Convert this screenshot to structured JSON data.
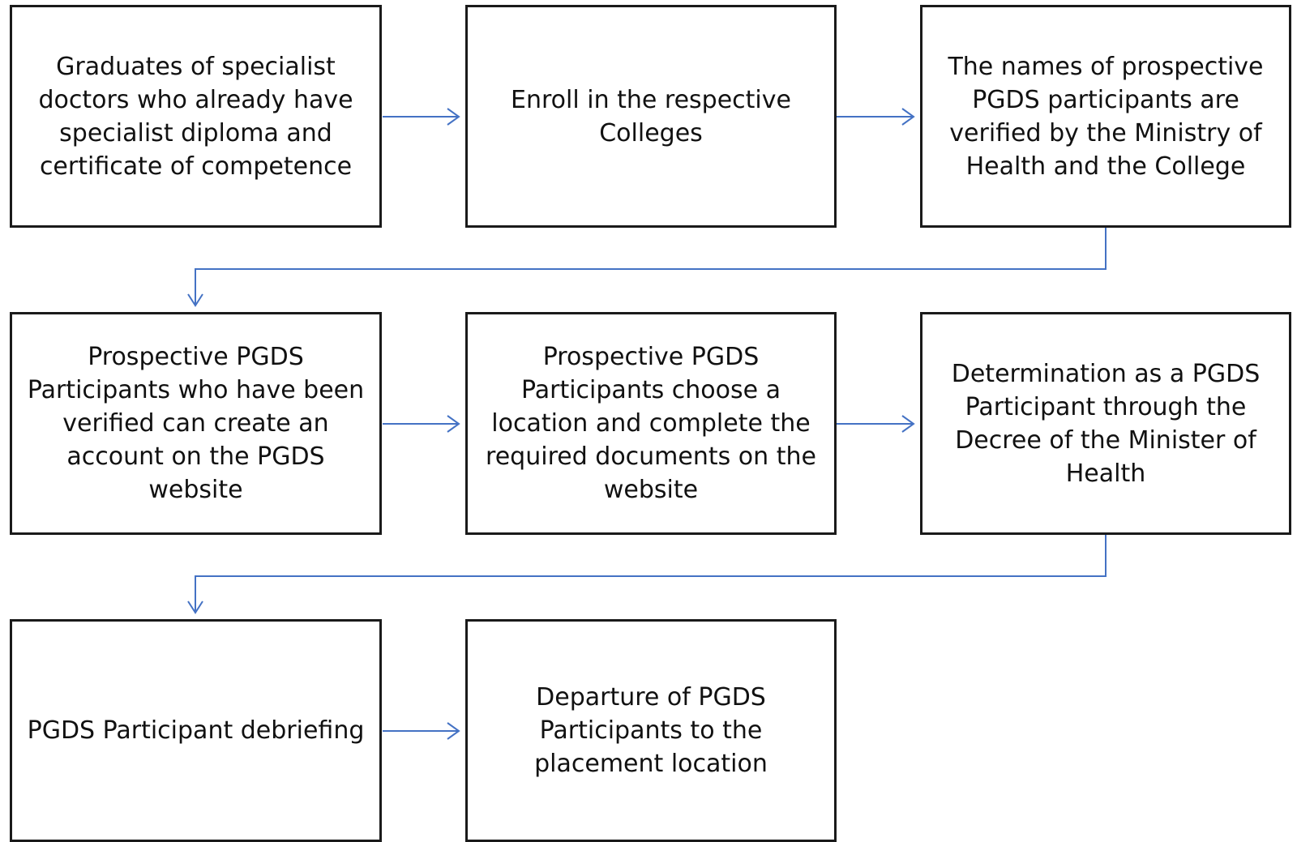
{
  "steps": [
    {
      "text": "Graduates of specialist doctors who already have specialist diploma and certificate of competence"
    },
    {
      "text": "Enroll in the respective Colleges"
    },
    {
      "text": "The names of prospective PGDS participants are verified by the Ministry of Health and the College"
    },
    {
      "text": "Prospective PGDS Participants who have been verified can create an account on the PGDS website"
    },
    {
      "text": "Prospective PGDS Participants choose a location and complete the required documents on the website"
    },
    {
      "text": "Determination as a PGDS Participant through the Decree of the Minister of Health"
    },
    {
      "text": "PGDS Participant debriefing"
    },
    {
      "text": "Departure of PGDS Participants to the placement location"
    }
  ],
  "connector_color": "#4472c4"
}
